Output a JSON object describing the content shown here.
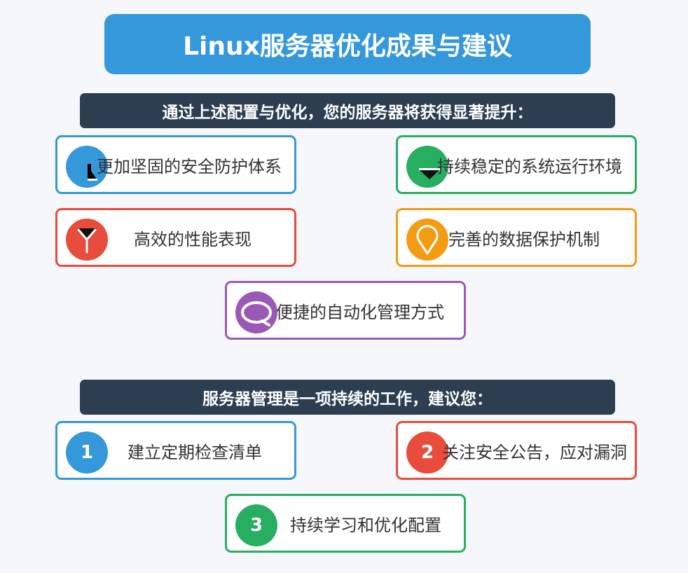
{
  "title": "Linux服务器优化成果与建议",
  "colors": {
    "blue": "#3498db",
    "green": "#27ae60",
    "red": "#e74c3c",
    "orange": "#f39c12",
    "purple": "#9b59b6",
    "dark": "#2c3e50",
    "background": "#f5f7fa"
  },
  "benefits": {
    "heading": "通过上述配置与优化，您的服务器将获得显著提升：",
    "items": [
      {
        "label": "更加坚固的安全防护体系",
        "icon": "shield-icon",
        "color": "#3498db"
      },
      {
        "label": "持续稳定的系统运行环境",
        "icon": "check-icon",
        "color": "#27ae60"
      },
      {
        "label": "高效的性能表现",
        "icon": "speed-icon",
        "color": "#e74c3c"
      },
      {
        "label": "完善的数据保护机制",
        "icon": "lock-icon",
        "color": "#f39c12"
      },
      {
        "label": "便捷的自动化管理方式",
        "icon": "gear-icon",
        "color": "#9b59b6"
      }
    ]
  },
  "advice": {
    "heading": "服务器管理是一项持续的工作，建议您：",
    "items": [
      {
        "number": "1",
        "label": "建立定期检查清单",
        "color": "#3498db"
      },
      {
        "number": "2",
        "label": "关注安全公告，应对漏洞",
        "color": "#e74c3c"
      },
      {
        "number": "3",
        "label": "持续学习和优化配置",
        "color": "#27ae60"
      }
    ]
  }
}
